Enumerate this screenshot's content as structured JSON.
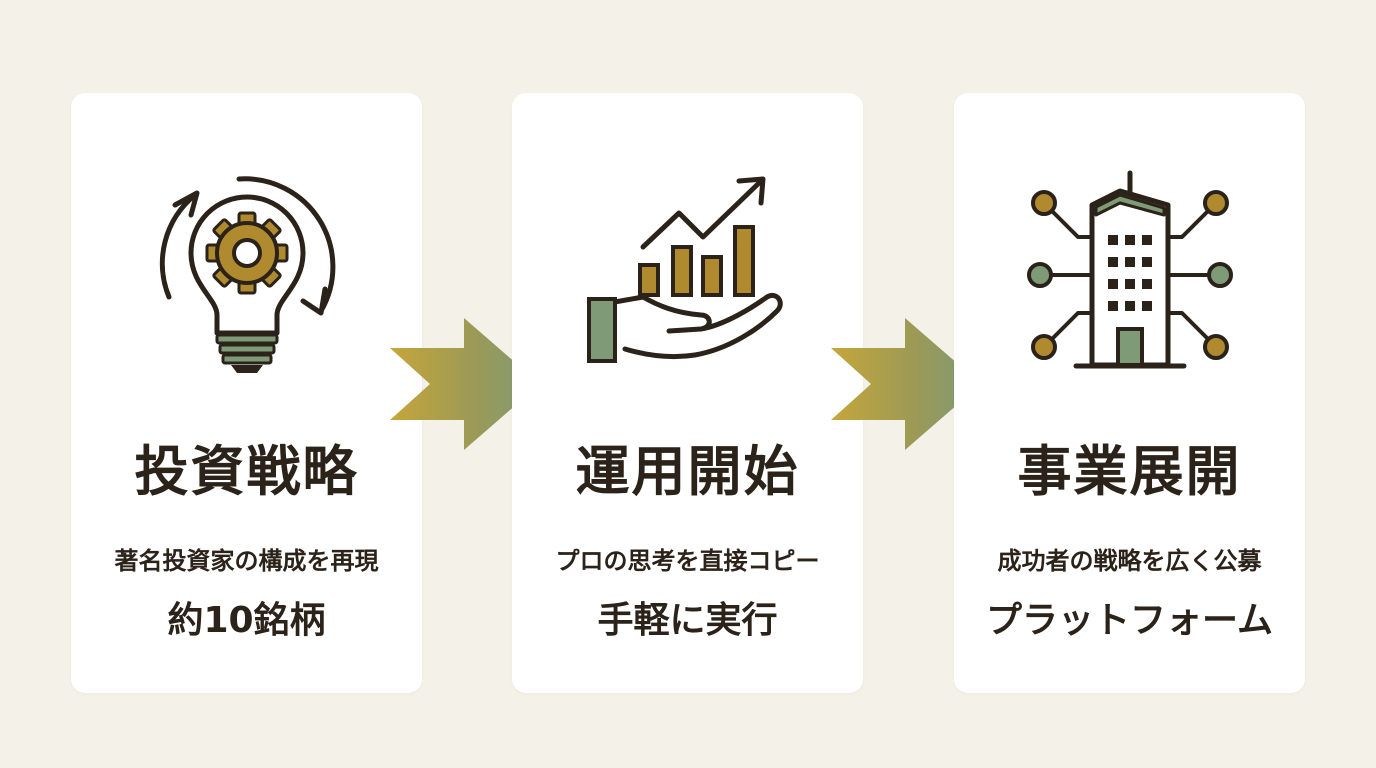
{
  "colors": {
    "background": "#f4f1e9",
    "card": "#ffffff",
    "ink": "#2b2219",
    "gold": "#b08a2e",
    "sage": "#7f9a76"
  },
  "steps": [
    {
      "icon": "lightbulb-gear-icon",
      "title": "投資戦略",
      "description": "著名投資家の構成を再現",
      "highlight": "約10銘柄"
    },
    {
      "icon": "hand-growth-chart-icon",
      "title": "運用開始",
      "description": "プロの思考を直接コピー",
      "highlight": "手軽に実行"
    },
    {
      "icon": "connected-building-icon",
      "title": "事業展開",
      "description": "成功者の戦略を広く公募",
      "highlight": "プラットフォーム"
    }
  ],
  "connectors": [
    {
      "icon": "arrow-right-icon"
    },
    {
      "icon": "arrow-right-icon"
    }
  ]
}
